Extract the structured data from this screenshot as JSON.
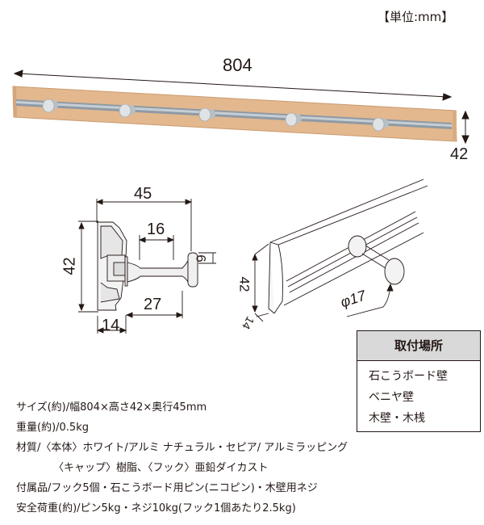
{
  "unit_label": "【単位:mm】",
  "main_image": {
    "width_dim": "804",
    "height_dim": "42",
    "hooks_count": 5,
    "colors": {
      "wood": "#e3b88e",
      "rail": "#a9b3bd",
      "hook": "#d8dcdf"
    }
  },
  "cross_section": {
    "dims": {
      "depth": "45",
      "hook_shaft": "16",
      "height": "42",
      "head": "6",
      "projection": "27",
      "body_depth": "14"
    }
  },
  "perspective": {
    "dims": {
      "height": "42",
      "cap": "14",
      "head_diameter": "φ17"
    }
  },
  "mount_locations": {
    "title": "取付場所",
    "items": [
      "石こうボード壁",
      "ベニヤ壁",
      "木壁・木桟"
    ]
  },
  "specs": {
    "lines": [
      "サイズ(約)/幅804×高さ42×奥行45mm",
      "重量(約)/0.5kg",
      "材質/〈本体〉ホワイト/アルミ ナチュラル・セピア/ アルミラッピング",
      "〈キャップ〉樹脂、〈フック〉亜鉛ダイカスト",
      "付属品/フック5個・石こうボード用ピン(ニコピン)・木壁用ネジ",
      "安全荷重(約)/ピン5kg・ネジ10kg(フック1個あたり2.5kg)"
    ]
  }
}
